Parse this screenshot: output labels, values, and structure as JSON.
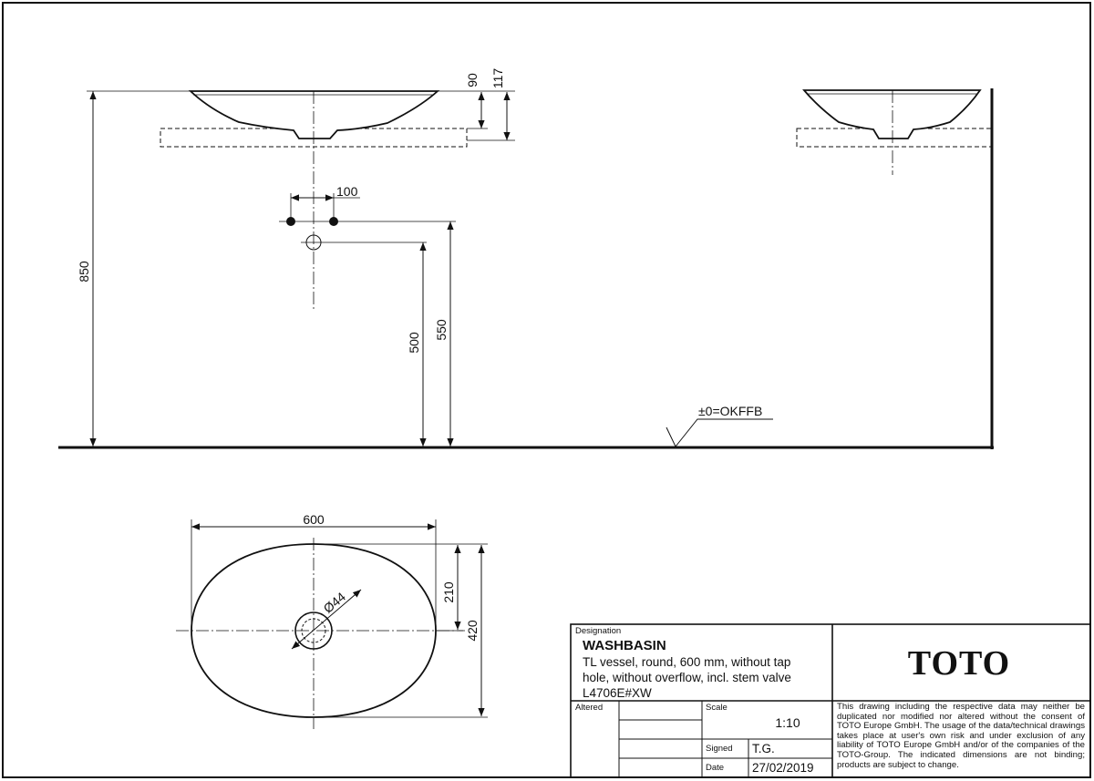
{
  "dimensions": {
    "total_height": "850",
    "bowl_height": "90",
    "overall_height": "117",
    "tap_spacing": "100",
    "drain_height": "500",
    "supply_height": "550",
    "floor_reference": "±0=OKFFB",
    "width": "600",
    "half_depth": "210",
    "depth": "420",
    "drain_diameter": "Ø44"
  },
  "title_block": {
    "designation_label": "Designation",
    "title": "WASHBASIN",
    "description_lines": [
      "TL vessel, round, 600 mm, without tap",
      "hole, without overflow, incl. stem valve",
      "L4706E#XW"
    ],
    "altered_label": "Altered",
    "scale_label": "Scale",
    "scale_value": "1:10",
    "signed_label": "Signed",
    "signed_value": "T.G.",
    "date_label": "Date",
    "date_value": "27/02/2019",
    "logo": "TOTO",
    "disclaimer": "This drawing including the respective data may neither be duplicated nor modified nor altered without the consent of TOTO Europe GmbH. The usage of the data/technical drawings takes place at user's own risk and under exclusion of any liability of TOTO Europe GmbH and/or of the companies of the TOTO-Group. The indicated dimensions are not binding; products are subject to change."
  }
}
